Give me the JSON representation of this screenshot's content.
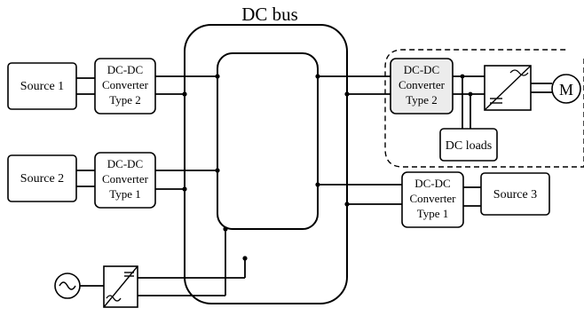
{
  "title": "DC bus",
  "sources": {
    "source1": "Source 1",
    "source2": "Source 2",
    "source3": "Source 3"
  },
  "converters": {
    "c1": [
      "DC-DC",
      "Converter",
      "Type 2"
    ],
    "c2": [
      "DC-DC",
      "Converter",
      "Type 1"
    ],
    "c3": [
      "DC-DC",
      "Converter",
      "Type 2"
    ],
    "c4": [
      "DC-DC",
      "Converter",
      "Type 1"
    ]
  },
  "loads": {
    "dc_loads": "DC loads",
    "motor": "M"
  },
  "colors": {
    "line": "#000000",
    "highlight_fill": "#ececec"
  },
  "icons": [
    "ac-source-icon",
    "ac-dc-rectifier-icon",
    "dc-ac-inverter-icon",
    "motor-icon"
  ]
}
